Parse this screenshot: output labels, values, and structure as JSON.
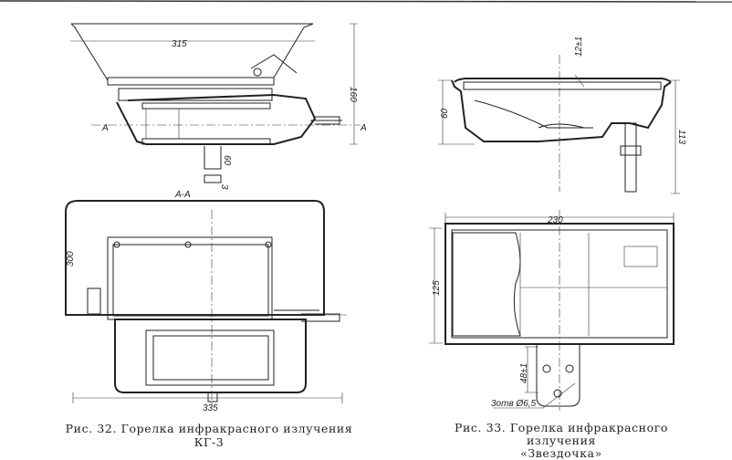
{
  "figure32": {
    "dims": {
      "width_top": "315",
      "height": "160",
      "section_left": "A",
      "section_right": "A",
      "stand": "60",
      "gap": "3",
      "section_title": "A-A",
      "plan_height": "300",
      "plan_width": "335"
    },
    "caption": "Рис. 32. Горелка инфракрасного излучения КГ-3"
  },
  "figure33": {
    "dims": {
      "gap": "12±1",
      "body_height": "60",
      "total_height": "113",
      "width": "230",
      "depth": "125",
      "bracket": "48±1",
      "holes": "3отв Ø6,5"
    },
    "caption_line1": "Рис. 33. Горелка инфракрасного излучения",
    "caption_line2": "«Звездочка»"
  }
}
